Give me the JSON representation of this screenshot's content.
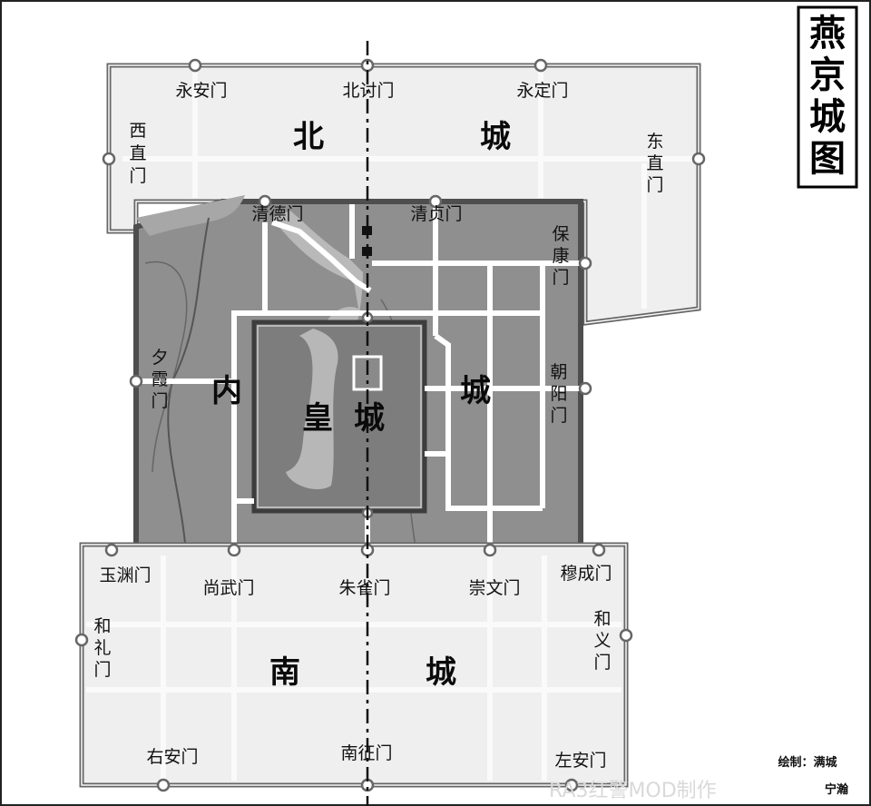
{
  "title": [
    "燕",
    "京",
    "城",
    "图"
  ],
  "districts": {
    "north": [
      "北",
      "城"
    ],
    "inner": [
      "内",
      "城"
    ],
    "imperial": [
      "皇",
      "城"
    ],
    "south": [
      "南",
      "城"
    ]
  },
  "gates": {
    "north_city": [
      "永安门",
      "北讨门",
      "永定门"
    ],
    "north_west": [
      "西",
      "直",
      "门"
    ],
    "north_east": [
      "东",
      "直",
      "门"
    ],
    "inner_top": [
      "清德门",
      "清贞门"
    ],
    "inner_east_1": [
      "保",
      "康",
      "门"
    ],
    "inner_east_2": [
      "朝",
      "阳",
      "门"
    ],
    "inner_west": [
      "夕",
      "霞",
      "门"
    ],
    "south_top": [
      "玉渊门",
      "尚武门",
      "朱雀门",
      "崇文门",
      "穆成门"
    ],
    "south_west": [
      "和",
      "礼",
      "门"
    ],
    "south_east": [
      "和",
      "义",
      "门"
    ],
    "south_bottom": [
      "右安门",
      "南征门",
      "左安门"
    ]
  },
  "credit": [
    "绘制：满城",
    "宁瀚"
  ],
  "watermark": "RA3红警MOD制作",
  "colors": {
    "outer_fill": "#efefef",
    "inner_fill": "#8f8f8f",
    "imperial_fill": "#7d7d7d",
    "road": "#ffffff",
    "wall": "#555555"
  }
}
